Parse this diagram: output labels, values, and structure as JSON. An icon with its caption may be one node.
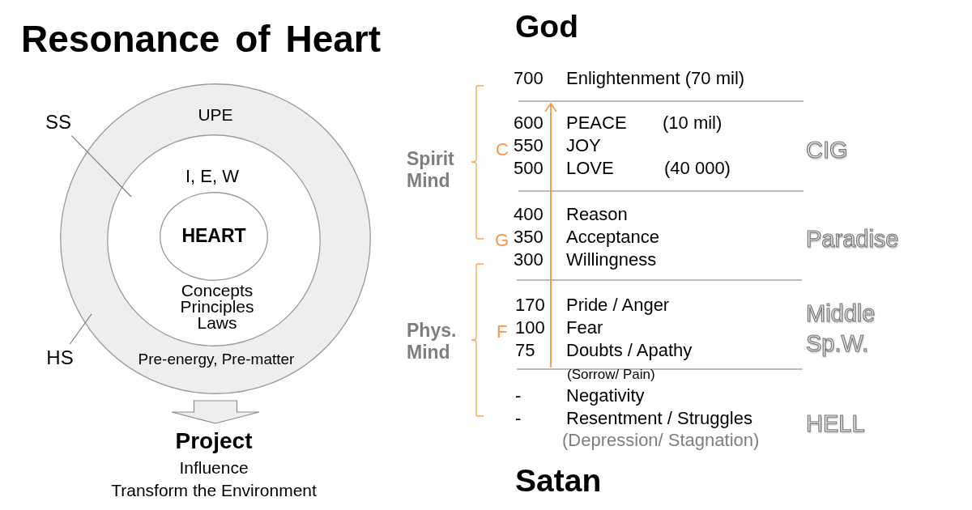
{
  "diagram": {
    "title": "Resonance of Heart",
    "nodes": [
      {
        "text": [
          "UPE",
          "Pre-energy, Pre-matter"
        ]
      },
      {
        "text": [
          "I, E, W",
          "Concepts Principles Laws"
        ],
        "in": 0
      },
      {
        "text": [
          "HEART"
        ],
        "in": 1
      },
      {
        "text": [
          "SS"
        ]
      },
      {
        "text": [
          "HS"
        ]
      },
      {
        "text": [
          "Project",
          "Influence",
          "Transform the Environment"
        ]
      }
    ],
    "edges": [
      {
        "from": 3,
        "to": 1,
        "arrow": "none"
      },
      {
        "from": 4,
        "to": 0,
        "arrow": "none"
      },
      {
        "from": 0,
        "to": 5,
        "arrow": "to",
        "style": "thick"
      }
    ],
    "labels": [
      "God",
      "700",
      "Enlightenment (70 mil)",
      "Spirit Mind",
      "600",
      "PEACE",
      "(10 mil)",
      "C",
      "550",
      "JOY",
      "CIG",
      "500",
      "LOVE",
      "(40 000)",
      "400",
      "Reason",
      "G",
      "350",
      "Acceptance",
      "Paradise",
      "300",
      "Willingness",
      "170",
      "Pride / Anger",
      "Middle Sp.W.",
      "Phys. Mind",
      "F",
      "100",
      "Fear",
      "75",
      "Doubts / Apathy",
      "(Sorrow/ Pain)",
      "-",
      "Negativity",
      "-",
      "Resentment / Struggles",
      "HELL",
      "(Depression/ Stagnation)",
      "Satan"
    ]
  }
}
